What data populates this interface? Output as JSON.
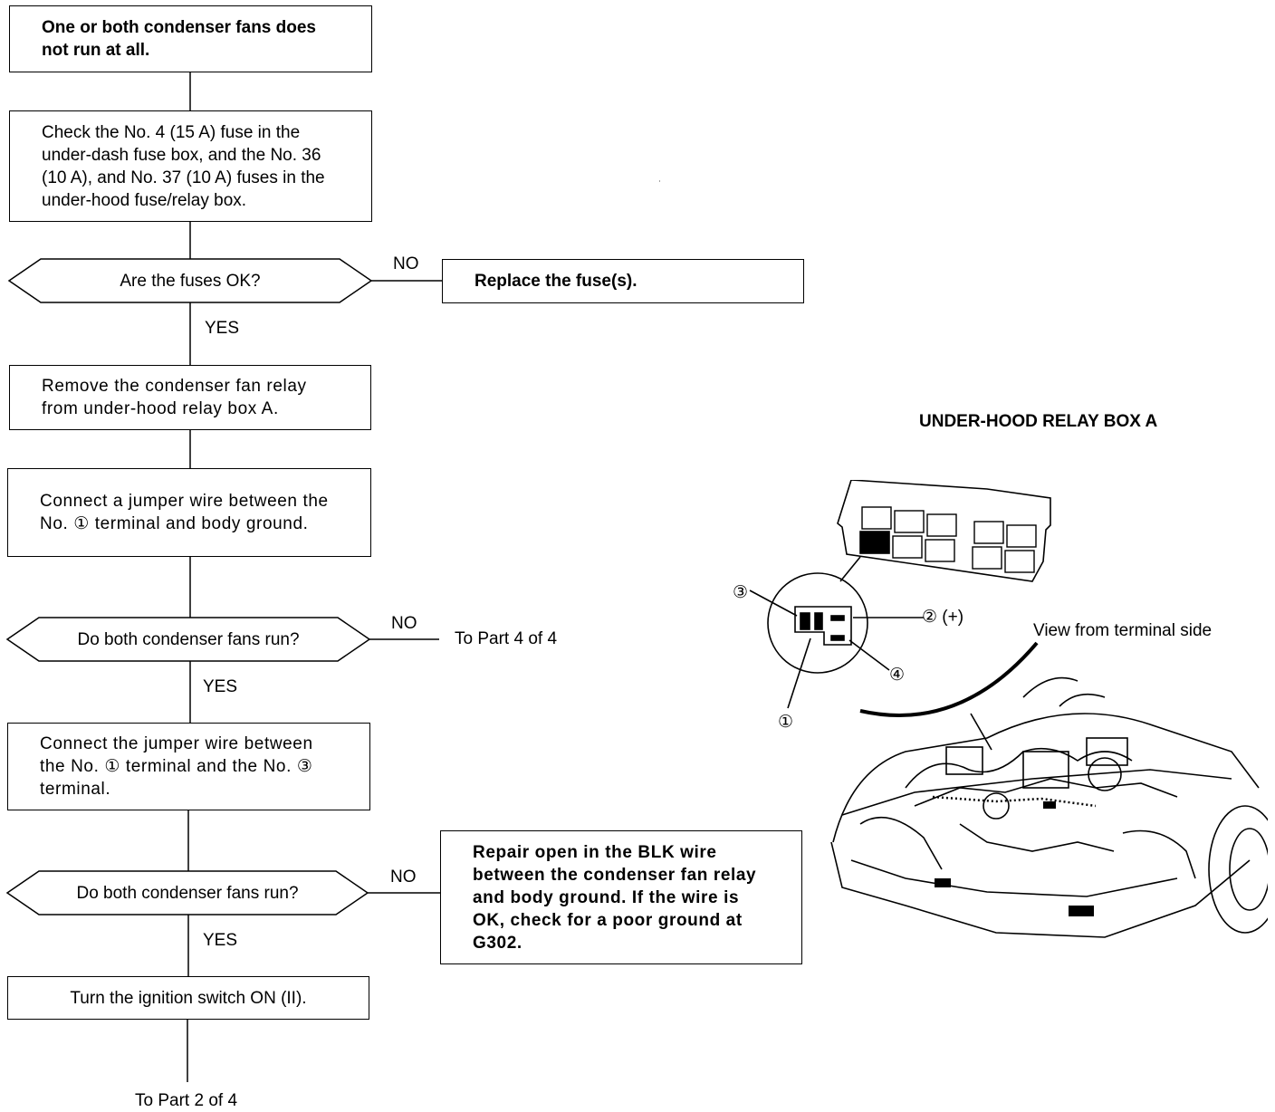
{
  "flow": {
    "start": "One or both condenser fans does not run at all.",
    "check_fuses": "Check the No. 4 (15 A) fuse in the under-dash fuse box, and the No. 36 (10 A), and No. 37 (10 A) fuses in the under-hood fuse/relay box.",
    "q_fuses": "Are the fuses OK?",
    "replace_fuse": "Replace the fuse(s).",
    "remove_relay": "Remove the condenser fan relay from under-hood relay box A.",
    "jumper_1": "Connect a jumper wire between the No. ① terminal and body ground.",
    "q_fans_1": "Do both condenser fans run?",
    "to_part4": "To Part 4 of 4",
    "jumper_2": "Connect the jumper wire between the No. ① terminal and the No. ③ terminal.",
    "q_fans_2": "Do both condenser fans run?",
    "repair_blk": "Repair open in the BLK wire between the condenser fan relay and body ground. If the wire is OK, check for a poor ground at G302.",
    "ignition": "Turn the ignition switch ON (II).",
    "to_part2": "To Part 2 of 4",
    "no": "NO",
    "yes": "YES"
  },
  "illustration": {
    "title": "UNDER-HOOD RELAY BOX A",
    "view_label": "View from terminal side",
    "terminal_1": "①",
    "terminal_2": "② (+)",
    "terminal_3": "③",
    "terminal_4": "④"
  }
}
